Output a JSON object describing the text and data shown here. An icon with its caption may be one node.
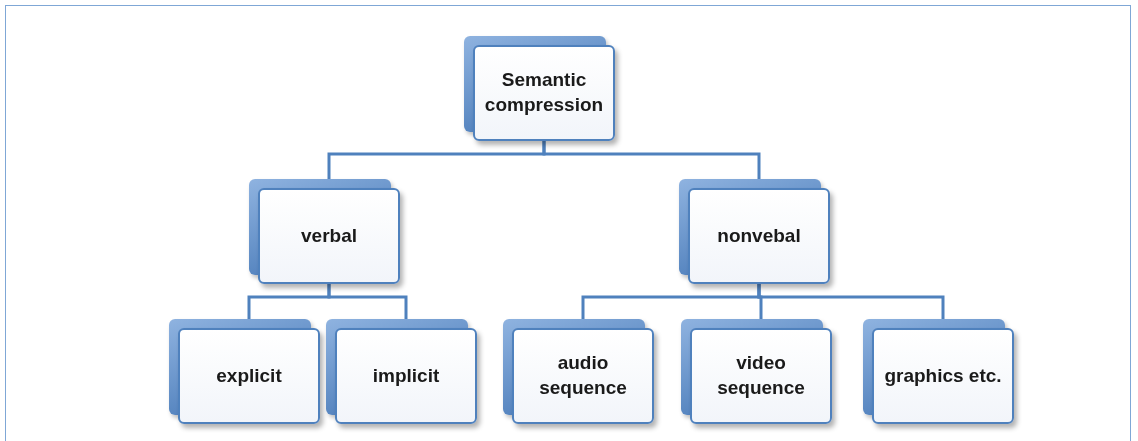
{
  "diagram": {
    "nodes": [
      {
        "text": [
          "Semantic compression"
        ]
      },
      {
        "text": [
          "verbal"
        ]
      },
      {
        "text": [
          "nonvebal"
        ]
      },
      {
        "text": [
          "explicit"
        ]
      },
      {
        "text": [
          "implicit"
        ]
      },
      {
        "text": [
          "audio sequence"
        ]
      },
      {
        "text": [
          "video sequence"
        ]
      },
      {
        "text": [
          "graphics etc."
        ]
      }
    ],
    "edges": [
      {
        "from": 0,
        "to": 1,
        "arrow": "none"
      },
      {
        "from": 0,
        "to": 2,
        "arrow": "none"
      },
      {
        "from": 1,
        "to": 3,
        "arrow": "none"
      },
      {
        "from": 1,
        "to": 4,
        "arrow": "none"
      },
      {
        "from": 2,
        "to": 5,
        "arrow": "none"
      },
      {
        "from": 2,
        "to": 6,
        "arrow": "none"
      },
      {
        "from": 2,
        "to": 7,
        "arrow": "none"
      }
    ]
  }
}
